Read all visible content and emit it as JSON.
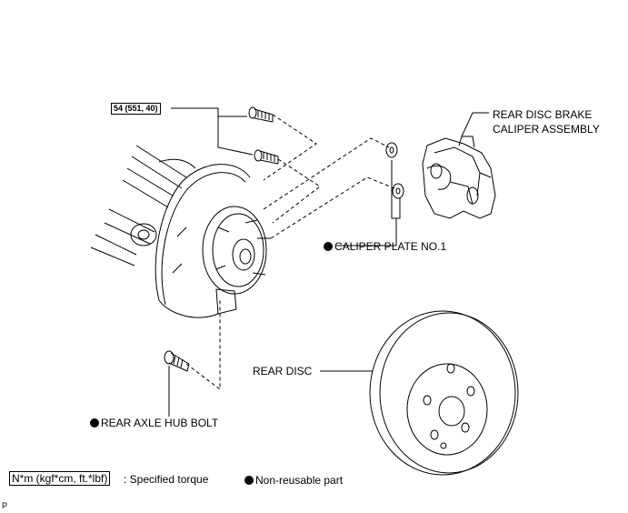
{
  "labels": {
    "torque": "54 (551, 40)",
    "caliper_line1": "REAR DISC BRAKE",
    "caliper_line2": "CALIPER ASSEMBLY",
    "caliper_plate": "CALIPER PLATE NO.1",
    "rear_disc": "REAR DISC",
    "hub_bolt": "REAR AXLE HUB BOLT"
  },
  "legend": {
    "torque_unit": "N*m (kgf*cm, ft.*lbf)",
    "torque_desc": ": Specified torque",
    "nonreusable": "Non-reusable part"
  },
  "figure_code": "P"
}
